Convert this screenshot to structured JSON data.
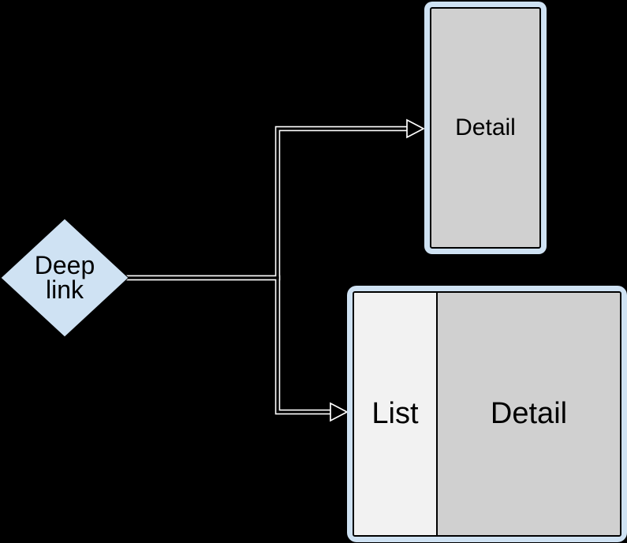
{
  "colors": {
    "background": "#000000",
    "node_blue": "#cfe2f3",
    "screen_gray": "#d0d0d0",
    "list_panel": "#f2f2f2",
    "connector": "#ffffff",
    "text": "#000000",
    "inner_border": "#000000"
  },
  "nodes": {
    "deep_link": {
      "label": "Deep link",
      "shape": "diamond"
    },
    "detail_compact": {
      "label": "Detail",
      "shape": "portrait-screen"
    },
    "list_detail": {
      "list_label": "List",
      "detail_label": "Detail",
      "shape": "split-screen"
    }
  },
  "connectors": [
    {
      "from": "deep_link",
      "to": "detail_compact",
      "style": "hollow-double-line-arrow"
    },
    {
      "from": "deep_link",
      "to": "list_detail",
      "style": "hollow-double-line-arrow"
    }
  ]
}
